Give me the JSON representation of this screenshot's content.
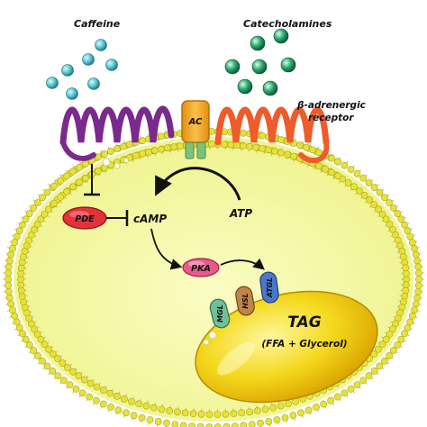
{
  "labels": {
    "caffeine": "Caffeine",
    "catecholamines": "Catecholamines",
    "receptor_line1": "β-adrenergic",
    "receptor_line2": "receptor",
    "ac": "AC",
    "pde": "PDE",
    "camp": "cAMP",
    "atp": "ATP",
    "pka": "PKA",
    "atgl": "ATGL",
    "hsl": "HSL",
    "mgl": "MGL",
    "tag": "TAG",
    "tag_detail": "(FFA + Glycerol)"
  },
  "colors": {
    "background": "#ffffff",
    "cytoplasm": "#f3f59a",
    "membrane_head": "#e6e23a",
    "caffeine_receptor": "#7a2a8c",
    "beta_receptor": "#ef5b2a",
    "ac": "#f5a623",
    "ligand": "#5cc7d3",
    "catecholamine": "#2aa86c",
    "pde": "#e2323a",
    "pka": "#e85a8a",
    "atgl": "#4a77c8",
    "hsl": "#c0844a",
    "mgl": "#6fbf9a",
    "lipid_droplet": "#f2d21a"
  }
}
